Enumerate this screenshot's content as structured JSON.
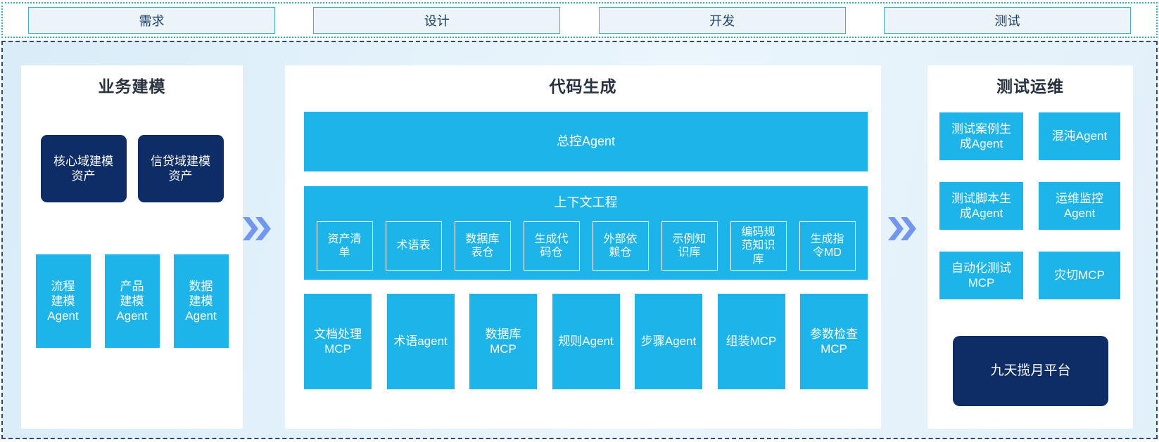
{
  "stages": [
    {
      "label": "需求"
    },
    {
      "label": "设计"
    },
    {
      "label": "开发"
    },
    {
      "label": "测试"
    }
  ],
  "panels": {
    "business": {
      "title": "业务建模",
      "assets": [
        {
          "label": "核心域建模\n资产"
        },
        {
          "label": "信贷域建模\n资产"
        }
      ],
      "agents": [
        {
          "label": "流程\n建模\nAgent"
        },
        {
          "label": "产品\n建模\nAgent"
        },
        {
          "label": "数据\n建模\nAgent"
        }
      ]
    },
    "codegen": {
      "title": "代码生成",
      "master_agent": "总控Agent",
      "context": {
        "title": "上下文工程",
        "items": [
          {
            "label": "资产清\n单"
          },
          {
            "label": "术语表"
          },
          {
            "label": "数据库\n表仓"
          },
          {
            "label": "生成代\n码仓"
          },
          {
            "label": "外部依\n赖仓"
          },
          {
            "label": "示例知\n识库"
          },
          {
            "label": "编码规\n范知识\n库"
          },
          {
            "label": "生成指\n令MD"
          }
        ]
      },
      "workers": [
        {
          "label": "文档处理\nMCP"
        },
        {
          "label": "术语agent"
        },
        {
          "label": "数据库\nMCP"
        },
        {
          "label": "规则Agent"
        },
        {
          "label": "步骤Agent"
        },
        {
          "label": "组装MCP"
        },
        {
          "label": "参数检查\nMCP"
        }
      ]
    },
    "testops": {
      "title": "测试运维",
      "boxes": [
        {
          "label": "测试案例生\n成Agent"
        },
        {
          "label": "混沌Agent"
        },
        {
          "label": "测试脚本生\n成Agent"
        },
        {
          "label": "运维监控\nAgent"
        },
        {
          "label": "自动化测试\nMCP"
        },
        {
          "label": "灾切MCP"
        }
      ],
      "platform": "九天揽月平台"
    }
  },
  "icons": {
    "flow_arrow": "double-chevron-right"
  },
  "colors": {
    "cyan": "#1cb4e9",
    "navy": "#0e2c66",
    "chevron_blue": "#7396ef",
    "stage_border": "#41afd4",
    "top_dotted_border": "#2fadd2",
    "main_dashed_border": "#31496d",
    "main_background": "#e2f0f9"
  }
}
